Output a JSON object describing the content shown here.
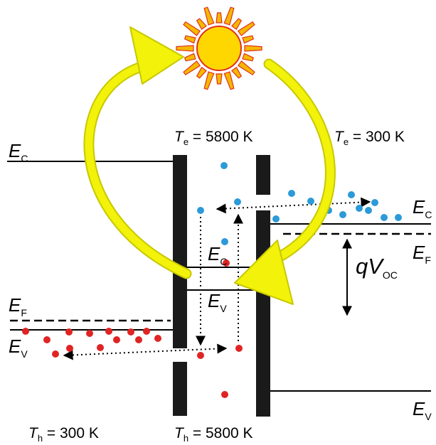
{
  "colors": {
    "barrier": "#1a1a1a",
    "electron": "#2b9ad8",
    "hole": "#e02424",
    "arrow": "#f2f20a",
    "arrow_outline": "#c8c800",
    "sun_fill": "#ffd700",
    "sun_ray": "#f5b800",
    "sun_outline": "#e03020"
  },
  "icons": {
    "sun": "sun-icon"
  },
  "labels": {
    "ec_left": {
      "main": "E",
      "sub": "C"
    },
    "ef_left": {
      "main": "E",
      "sub": "F"
    },
    "ev_left": {
      "main": "E",
      "sub": "V"
    },
    "ec_center": {
      "main": "E",
      "sub": "C"
    },
    "ev_center": {
      "main": "E",
      "sub": "V"
    },
    "ec_right": {
      "main": "E",
      "sub": "C"
    },
    "ef_right": {
      "main": "E",
      "sub": "F"
    },
    "ev_right": {
      "main": "E",
      "sub": "V"
    },
    "voltage": {
      "main": "qV",
      "sub": "OC"
    }
  },
  "temperatures": {
    "te_center": {
      "sym": "T",
      "sub": "e",
      "value": " = 5800 K"
    },
    "te_right": {
      "sym": "T",
      "sub": "e",
      "value": " = 300 K"
    },
    "th_left": {
      "sym": "T",
      "sub": "h",
      "value": " = 300 K"
    },
    "th_center": {
      "sym": "T",
      "sub": "h",
      "value": " = 5800 K"
    }
  }
}
